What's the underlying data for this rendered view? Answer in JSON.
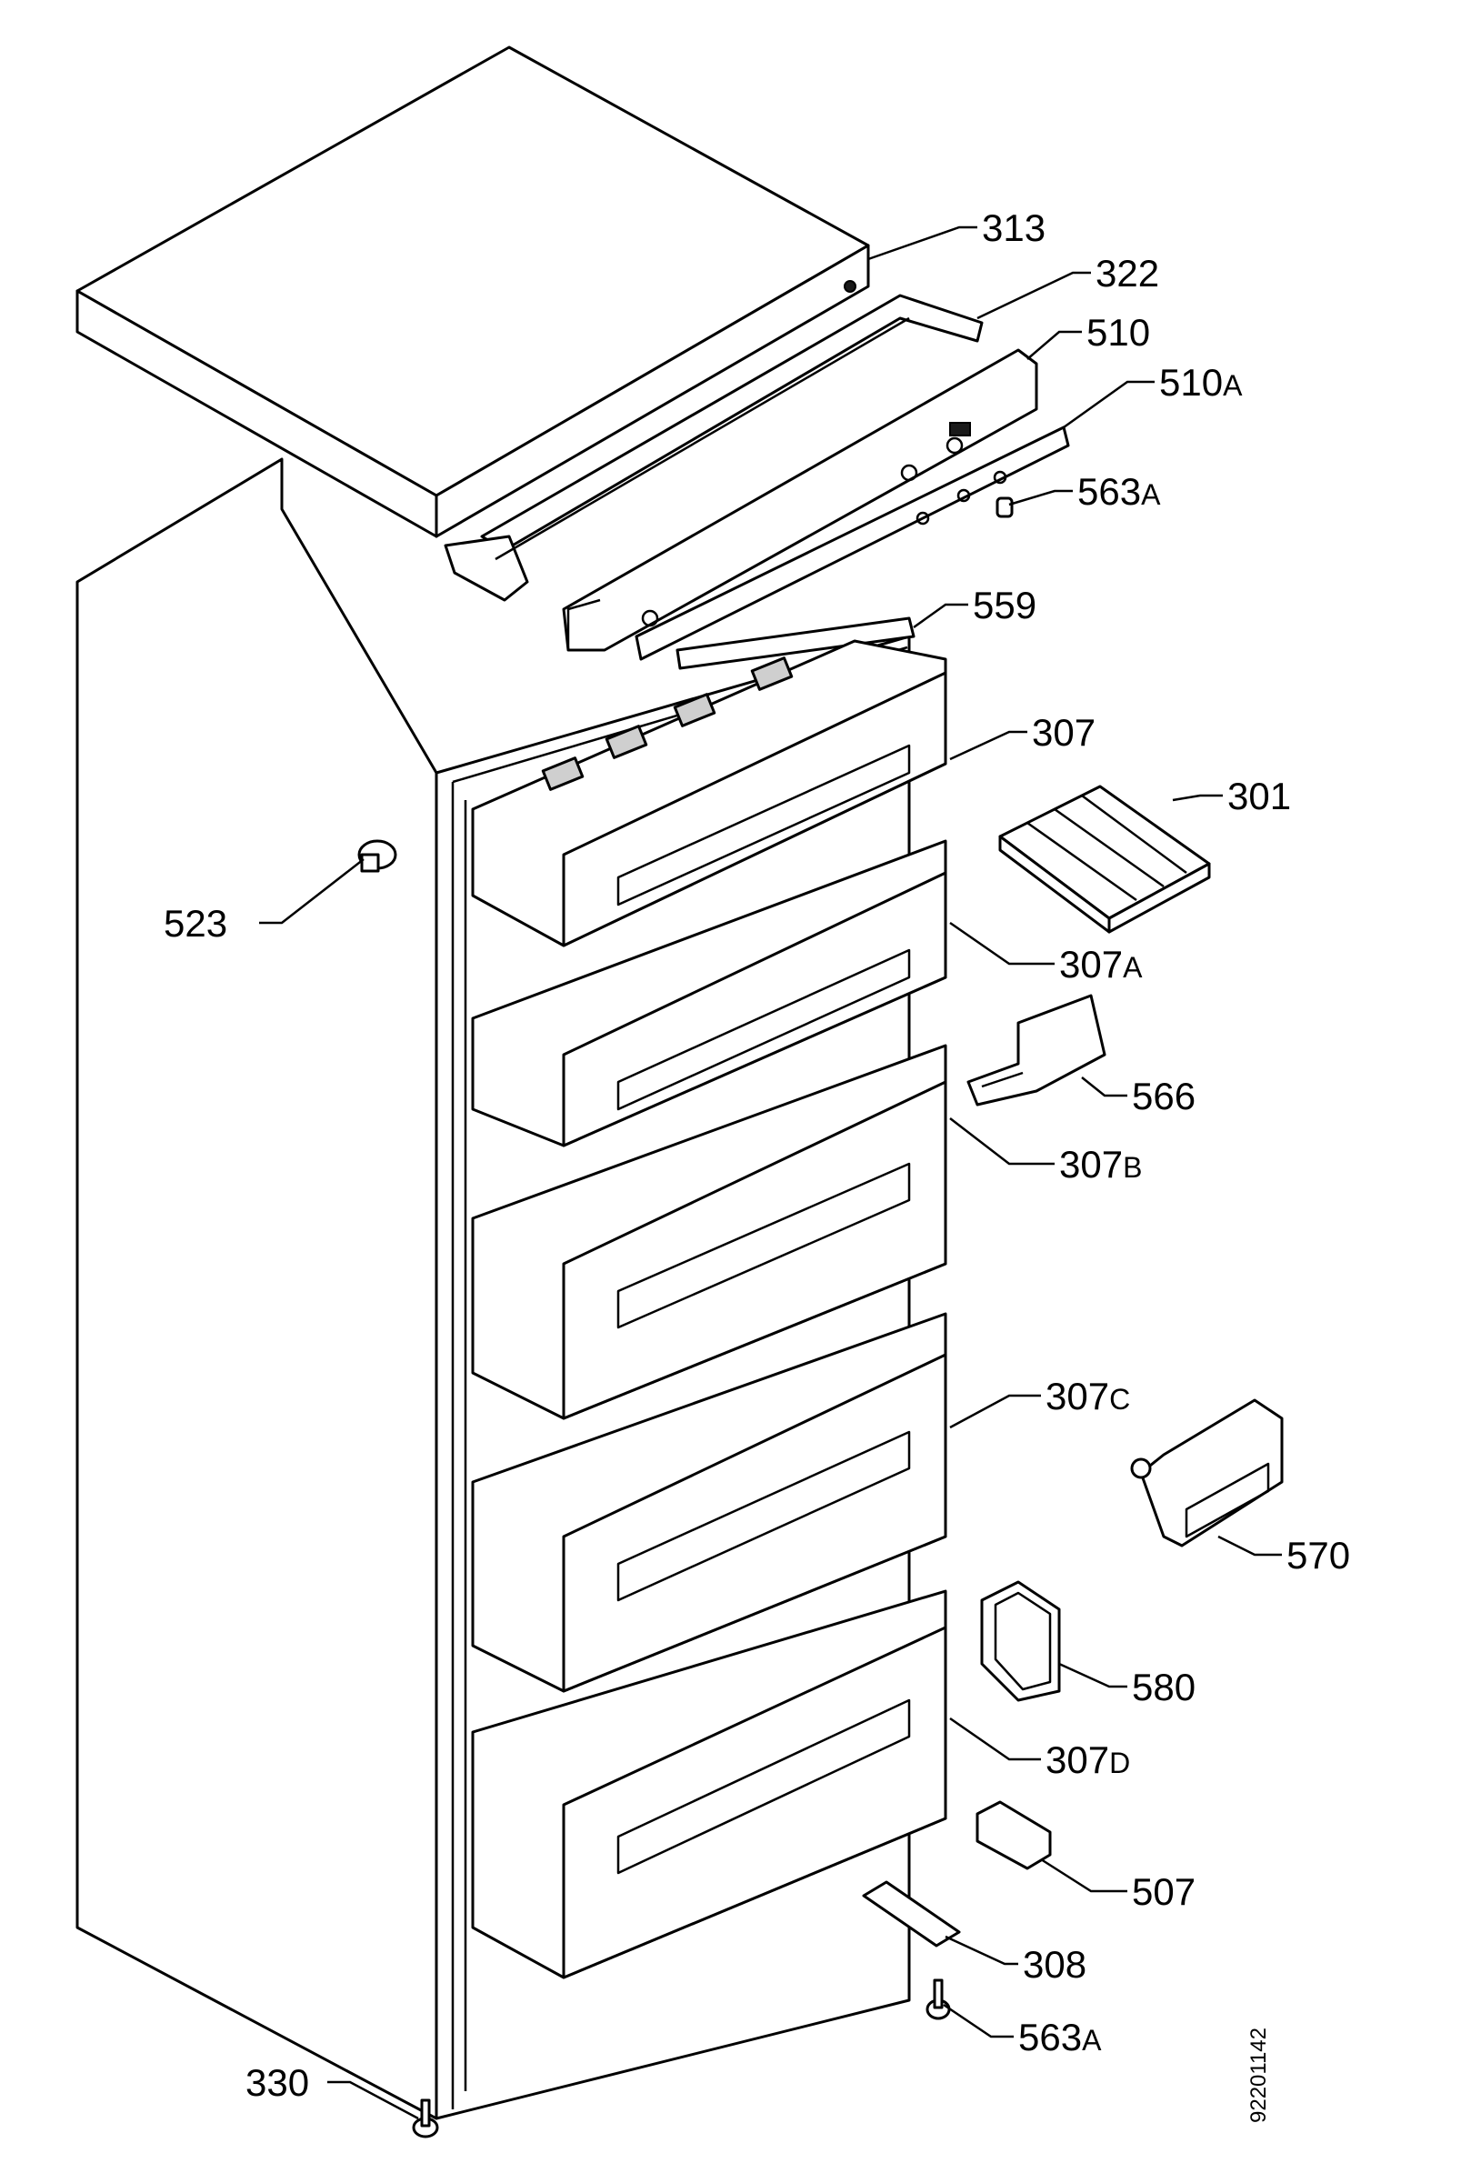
{
  "document_number": "92201142",
  "callouts": [
    {
      "id": "313",
      "text": "313"
    },
    {
      "id": "322",
      "text": "322"
    },
    {
      "id": "510",
      "text": "510"
    },
    {
      "id": "510a",
      "text": "510",
      "suffix": "A"
    },
    {
      "id": "563a-top",
      "text": "563",
      "suffix": "A"
    },
    {
      "id": "559",
      "text": "559"
    },
    {
      "id": "307",
      "text": "307"
    },
    {
      "id": "301",
      "text": "301"
    },
    {
      "id": "523",
      "text": "523"
    },
    {
      "id": "307a",
      "text": "307",
      "suffix": "A"
    },
    {
      "id": "566",
      "text": "566"
    },
    {
      "id": "307b",
      "text": "307",
      "suffix": "B"
    },
    {
      "id": "307c",
      "text": "307",
      "suffix": "C"
    },
    {
      "id": "570",
      "text": "570"
    },
    {
      "id": "580",
      "text": "580"
    },
    {
      "id": "307d",
      "text": "307",
      "suffix": "D"
    },
    {
      "id": "507",
      "text": "507"
    },
    {
      "id": "308",
      "text": "308"
    },
    {
      "id": "563a-bottom",
      "text": "563",
      "suffix": "A"
    },
    {
      "id": "330",
      "text": "330"
    }
  ]
}
